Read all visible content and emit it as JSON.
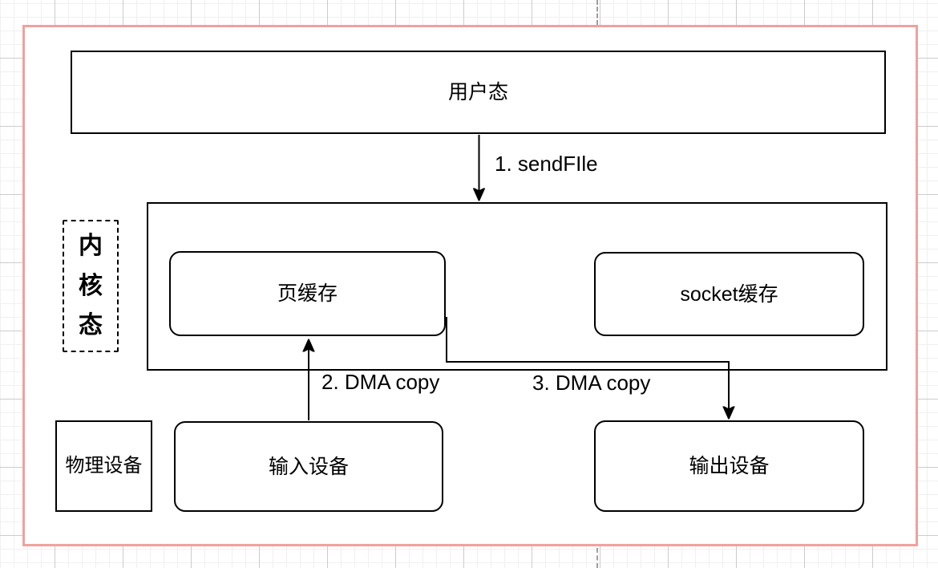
{
  "colors": {
    "stroke": "#000000",
    "page_border": "#f1a19e",
    "grid_minor": "#f0f0f0",
    "grid_major": "#cccccc",
    "guide": "#9e9e9e"
  },
  "nodes": {
    "user_mode": "用户态",
    "kernel_mode": "内核态",
    "page_cache": "页缓存",
    "socket_cache": "socket缓存",
    "physical_device": "物理设备",
    "input_device": "输入设备",
    "output_device": "输出设备"
  },
  "edges": {
    "step1": "1. sendFIle",
    "step2": "2. DMA copy",
    "step3": "3. DMA copy"
  }
}
